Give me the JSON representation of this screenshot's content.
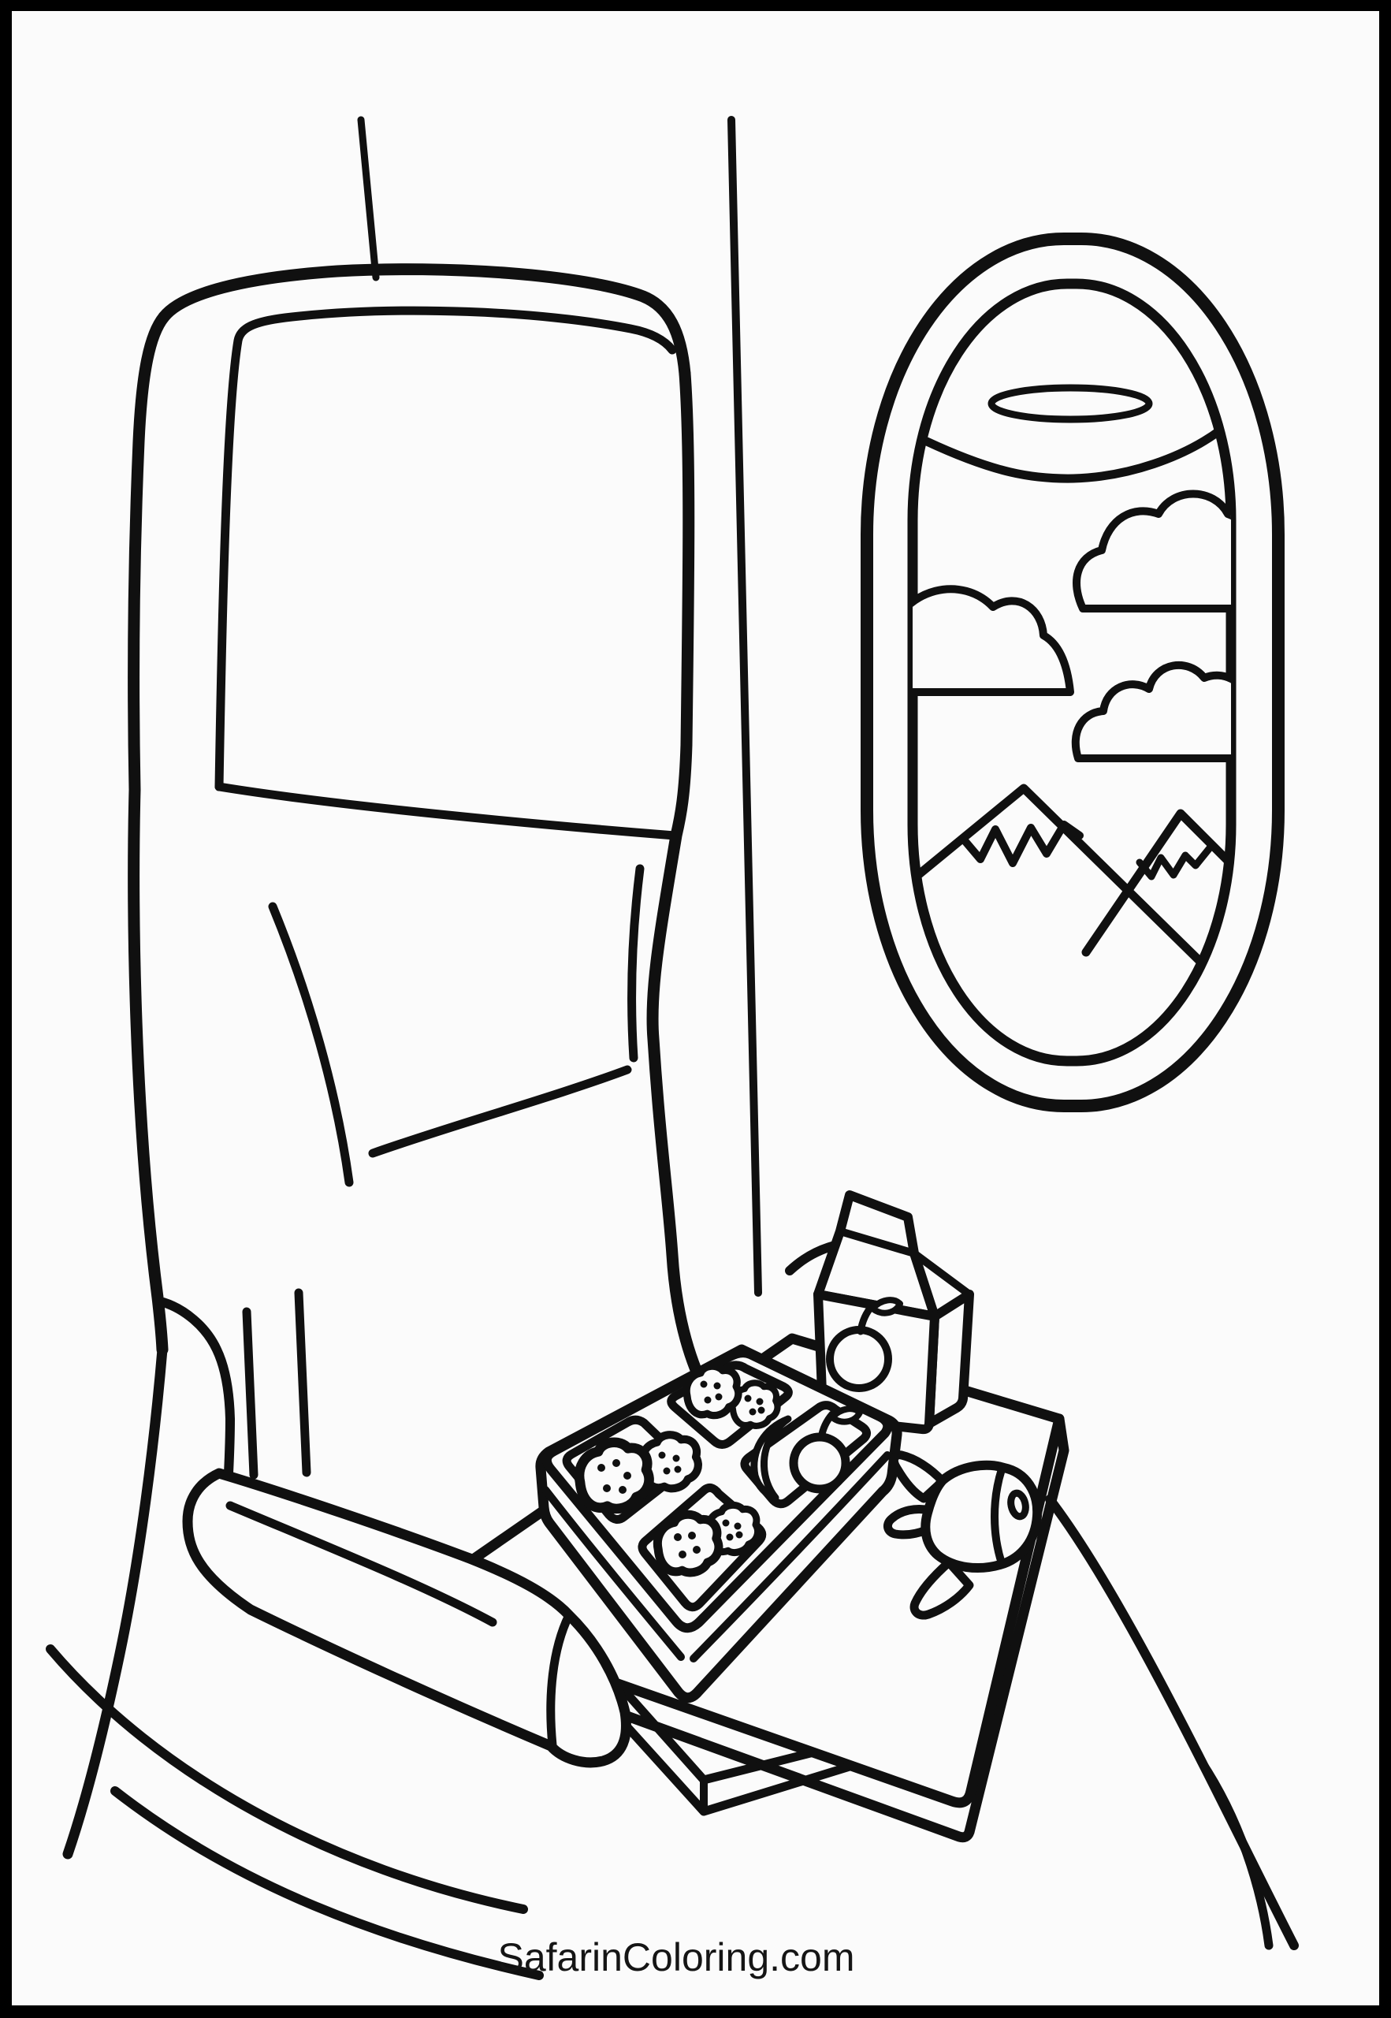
{
  "footer": {
    "site_text": "SafarinColoring.com"
  },
  "palette": {
    "ink": "#101010",
    "paper": "#fbfbfb",
    "frame": "#000000"
  },
  "scene": {
    "type": "coloring-page line art",
    "objects": [
      "airplane-seat",
      "seat-headrest",
      "seat-armrest",
      "cabin-wall-line",
      "airplane-window",
      "window-clouds",
      "window-mountains",
      "tray-table",
      "folding-table-legs",
      "meal-tray",
      "cookies",
      "berries",
      "apple",
      "fruit-slice",
      "juice-carton",
      "carton-apple-logo",
      "toy-airplane"
    ]
  }
}
